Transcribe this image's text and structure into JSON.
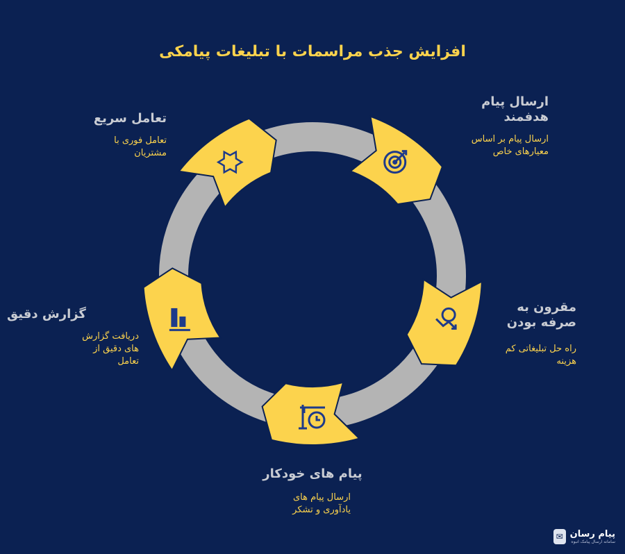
{
  "title": "افزایش جذب مراسمات با تبلیغات پیامکی",
  "colors": {
    "background": "#0b2152",
    "accent": "#fcd34d",
    "ring": "#b4b4b4",
    "icon": "#1e3a8a",
    "heading": "#c9ccd3"
  },
  "steps": [
    {
      "heading": "ارسال پیام هدفمند",
      "desc": "ارسال پیام بر اساس معیارهای خاص",
      "icon": "target-icon"
    },
    {
      "heading": "مقرون به صرفه بودن",
      "desc": "راه حل تبلیغاتی کم هزینه",
      "icon": "dollar-down-trend-icon"
    },
    {
      "heading": "پیام های خودکار",
      "desc": "ارسال پیام های یادآوری و تشکر",
      "icon": "clock-sign-icon"
    },
    {
      "heading": "گزارش دقیق",
      "desc": "دریافت گزارش های دقیق از تعامل",
      "icon": "bar-chart-icon"
    },
    {
      "heading": "تعامل سریع",
      "desc": "تعامل فوری با مشتریان",
      "icon": "burst-icon"
    }
  ],
  "logo": {
    "name": "پیام رسان",
    "tagline": "سامانه ارسال پیامک انبوه"
  }
}
